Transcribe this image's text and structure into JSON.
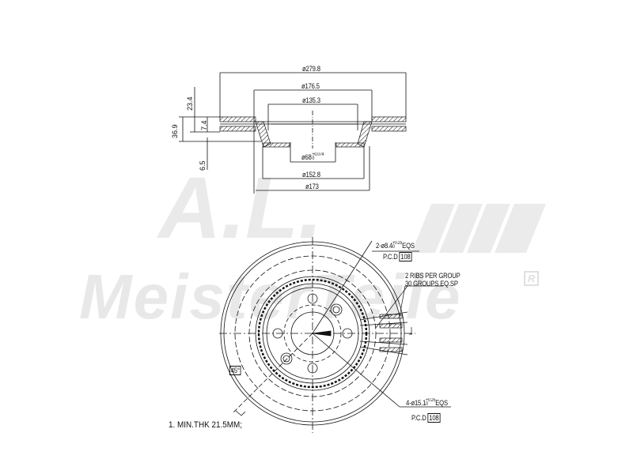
{
  "watermark": {
    "brand_top": "A.L.",
    "brand_bottom": "MeisterTeile",
    "registered_mark": "R",
    "color": "#d9d9d9"
  },
  "section_view": {
    "diameters": {
      "outer": "ø279.8",
      "hat_outer": "ø176.5",
      "hat_inner": "ø135.3",
      "center_bore": "ø68",
      "center_bore_tol_upper": "+0.074",
      "center_bore_tol_lower": "0",
      "mount_face": "ø152.8",
      "hat_base": "ø173"
    },
    "heights": {
      "overall": "36.9",
      "hat_depth": "23.4",
      "vent_gap": "7.4",
      "hub_thickness": "6.5"
    }
  },
  "plan_view": {
    "callouts": {
      "small_holes": "2-ø8.4",
      "small_holes_tol_upper": "+0.25",
      "small_holes_tol_lower": "0",
      "small_holes_suffix": "EQS",
      "small_holes_pcd_label": "P.C.D",
      "small_holes_pcd_value": "108",
      "ribs_line1": "2 RIBS PER GROUP",
      "ribs_line2": "30 GROUPS EQ.SP",
      "bolt_holes": "4-ø15.1",
      "bolt_holes_tol_upper": "+0.25",
      "bolt_holes_tol_lower": "0",
      "bolt_holes_suffix": "EQS",
      "bolt_holes_pcd_label": "P.C.D",
      "bolt_holes_pcd_value": "108",
      "angle": "45°"
    }
  },
  "notes": {
    "min_thickness": "1. MIN.THK 21.5MM;"
  }
}
